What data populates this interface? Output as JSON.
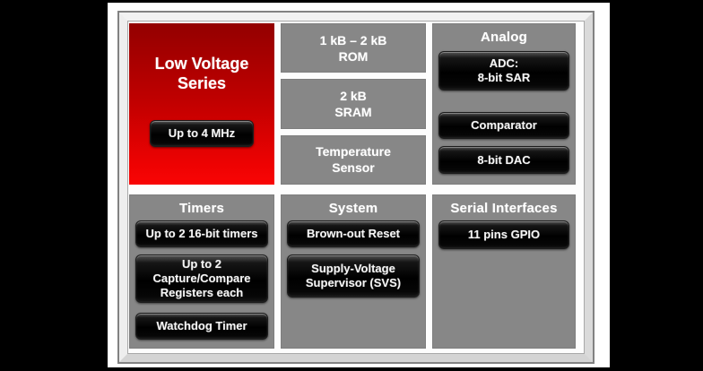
{
  "palette": {
    "outer_background": "#000000",
    "inner_background": "#ffffff",
    "panel_gray": "#878787",
    "red_gradient_top": "#930000",
    "red_gradient_bottom": "#f90505",
    "badge_black": "#050505",
    "text_white": "#ffffff",
    "frame_silver": "#e6e6e6"
  },
  "blocks": {
    "low_voltage": {
      "title_line1": "Low Voltage",
      "title_line2": "Series",
      "speed_badge": "Up to 4 MHz"
    },
    "memory": {
      "rom": {
        "line1": "1 kB – 2 kB",
        "line2": "ROM"
      },
      "sram": {
        "line1": "2 kB",
        "line2": "SRAM"
      },
      "temp": {
        "line1": "Temperature",
        "line2": "Sensor"
      }
    },
    "analog": {
      "title": "Analog",
      "adc_line1": "ADC:",
      "adc_line2": "8-bit SAR",
      "comparator": "Comparator",
      "dac": "8-bit DAC"
    },
    "timers": {
      "title": "Timers",
      "timers16": "Up to 2 16-bit timers",
      "capture_line1": "Up to 2",
      "capture_line2": "Capture/Compare",
      "capture_line3": "Registers each",
      "watchdog": "Watchdog Timer"
    },
    "system": {
      "title": "System",
      "brownout": "Brown-out Reset",
      "svs_line1": "Supply-Voltage",
      "svs_line2": "Supervisor (SVS)"
    },
    "serial": {
      "title": "Serial Interfaces",
      "gpio": "11 pins GPIO"
    }
  }
}
